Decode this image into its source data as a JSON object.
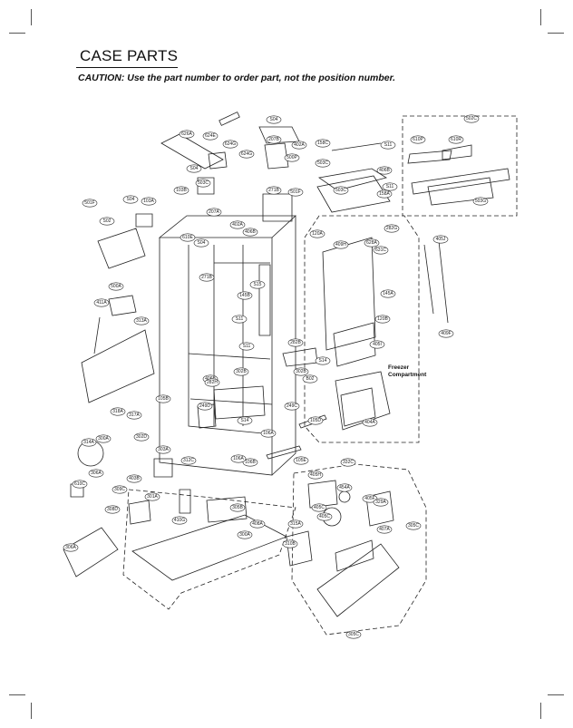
{
  "page": {
    "title": "CASE PARTS",
    "caution": "CAUTION: Use the part number to order part, not the position number."
  },
  "annotations": {
    "freezer_compartment_line1": "Freezer",
    "freezer_compartment_line2": "Compartment"
  },
  "labels": [
    "502C",
    "626A",
    "624E",
    "S04",
    "207B",
    "402A",
    "158C",
    "S11",
    "610P",
    "610R",
    "624G",
    "624G",
    "500P",
    "503C",
    "406B",
    "503C",
    "S04",
    "103B",
    "503C",
    "158A",
    "S11",
    "503G",
    "271B",
    "501F",
    "501F",
    "S04",
    "103A",
    "S02",
    "207A",
    "402A",
    "406B",
    "610E",
    "S04",
    "120A",
    "282G",
    "409H",
    "628A",
    "631C",
    "405J",
    "500A",
    "271B",
    "145B",
    "S15",
    "411A",
    "313A",
    "S11",
    "145A",
    "S11",
    "120B",
    "282B",
    "405I",
    "409F",
    "S14",
    "302B",
    "302B",
    "105B",
    "406B",
    "282H",
    "249D",
    "S14",
    "B02",
    "249C",
    "105D",
    "318A",
    "317A",
    "314A",
    "300A",
    "302D",
    "303A",
    "404A",
    "106A",
    "106B",
    "106A",
    "105E",
    "312C",
    "306A",
    "403B",
    "309C",
    "301A",
    "308D",
    "305B",
    "332C",
    "405H",
    "454A",
    "405F",
    "329A",
    "405C",
    "405C",
    "410G",
    "315A",
    "305C",
    "310B",
    "408A",
    "407A",
    "610C",
    "306A",
    "300A",
    "305C"
  ],
  "colors": {
    "ink": "#111111",
    "paper": "#ffffff",
    "guide": "#333333"
  }
}
